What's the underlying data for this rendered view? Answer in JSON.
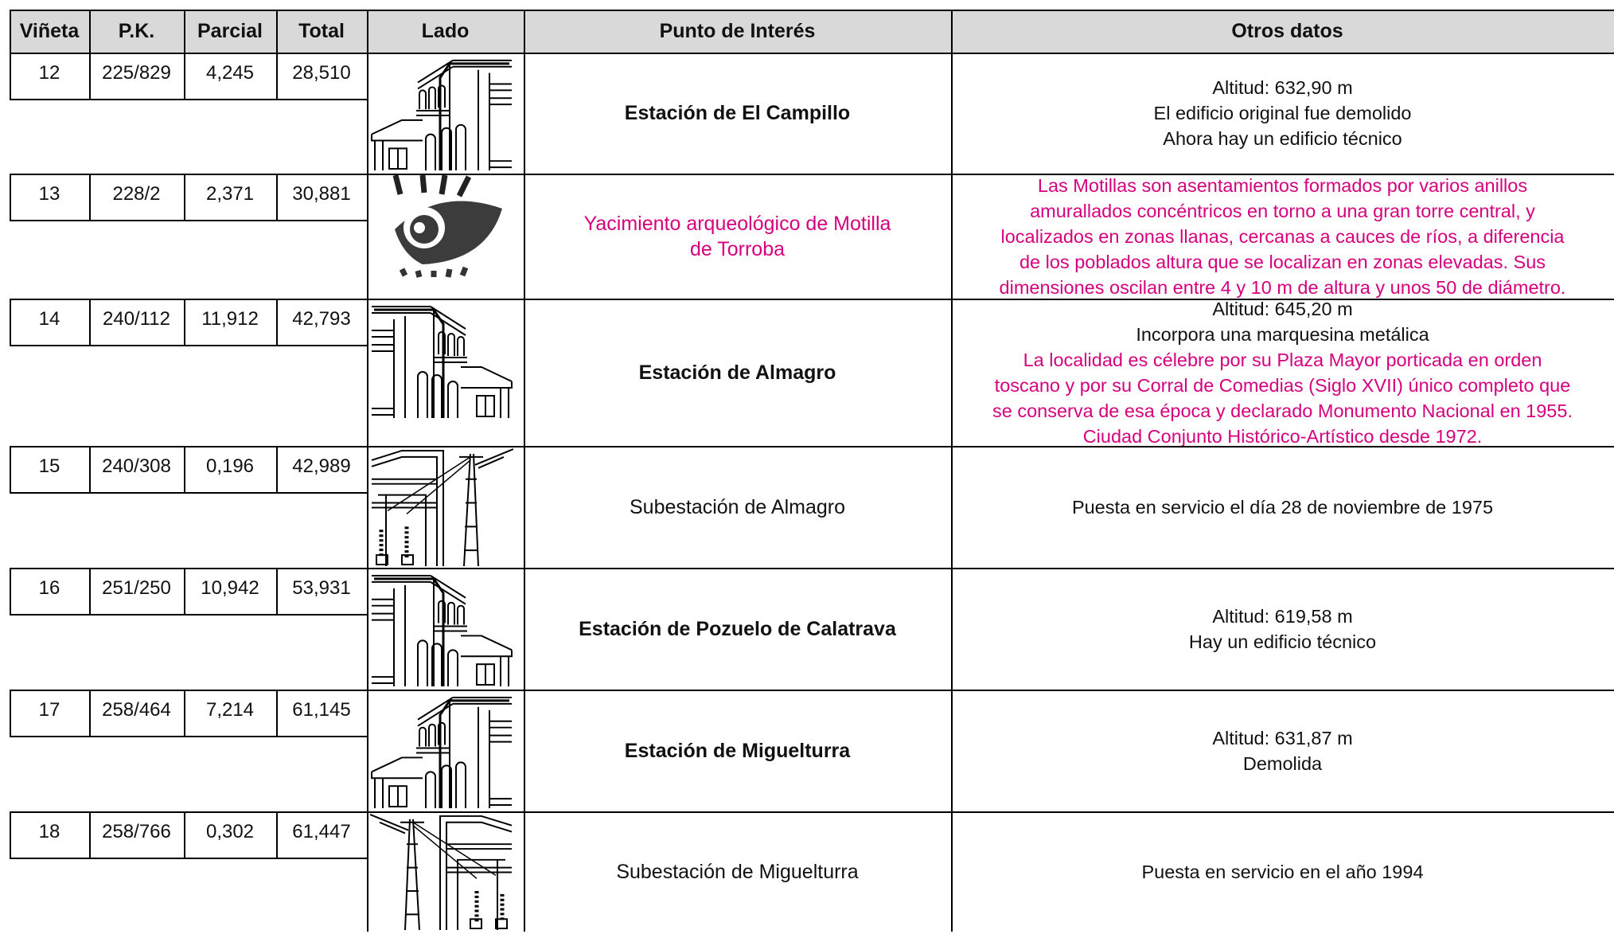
{
  "colors": {
    "header_bg": "#d9d9d9",
    "grid": "#000000",
    "highlight_text": "#d6007e"
  },
  "headers": {
    "vineta": "Viñeta",
    "pk": "P.K.",
    "parcial": "Parcial",
    "total": "Total",
    "lado": "Lado",
    "punto": "Punto de Interés",
    "otros": "Otros datos"
  },
  "rows": [
    {
      "vineta": "12",
      "pk": "225/829",
      "parcial": "4,245",
      "total": "28,510",
      "lado_icon": "station-building-icon",
      "punto": "Estación de El Campillo",
      "punto_bold": true,
      "punto_pink": false,
      "otros": [
        {
          "text": "Altitud: 632,90 m",
          "pink": false
        },
        {
          "text": "El edificio original fue demolido",
          "pink": false
        },
        {
          "text": "Ahora hay un edificio técnico",
          "pink": false
        }
      ]
    },
    {
      "vineta": "13",
      "pk": "228/2",
      "parcial": "2,371",
      "total": "30,881",
      "lado_icon": "eye-icon",
      "punto": "Yacimiento arqueológico de Motilla de Torroba",
      "punto_bold": false,
      "punto_pink": true,
      "otros": [
        {
          "text": "Las Motillas son asentamientos formados por varios anillos",
          "pink": true
        },
        {
          "text": "amurallados concéntricos en torno a una gran torre central, y",
          "pink": true
        },
        {
          "text": "localizados en zonas llanas, cercanas a cauces de ríos, a diferencia",
          "pink": true
        },
        {
          "text": "de los poblados altura que se localizan en zonas elevadas. Sus",
          "pink": true
        },
        {
          "text": "dimensiones oscilan entre 4 y 10 m de altura y unos 50 de diámetro.",
          "pink": true
        }
      ]
    },
    {
      "vineta": "14",
      "pk": "240/112",
      "parcial": "11,912",
      "total": "42,793",
      "lado_icon": "station-building-mirrored-icon",
      "punto": "Estación de Almagro",
      "punto_bold": true,
      "punto_pink": false,
      "otros": [
        {
          "text": "Altitud: 645,20 m",
          "pink": false
        },
        {
          "text": "Incorpora una marquesina metálica",
          "pink": false
        },
        {
          "text": "La localidad es célebre por su Plaza Mayor porticada en orden",
          "pink": true
        },
        {
          "text": "toscano y por su Corral de Comedias (Siglo XVII) único completo que",
          "pink": true
        },
        {
          "text": "se conserva de esa época y declarado Monumento Nacional en 1955.",
          "pink": true
        },
        {
          "text": "Ciudad Conjunto Histórico-Artístico desde 1972.",
          "pink": true
        }
      ]
    },
    {
      "vineta": "15",
      "pk": "240/308",
      "parcial": "0,196",
      "total": "42,989",
      "lado_icon": "substation-icon",
      "punto": "Subestación de Almagro",
      "punto_bold": false,
      "punto_pink": false,
      "otros": [
        {
          "text": "Puesta en servicio el día 28 de noviembre de 1975",
          "pink": false
        }
      ]
    },
    {
      "vineta": "16",
      "pk": "251/250",
      "parcial": "10,942",
      "total": "53,931",
      "lado_icon": "station-building-mirrored-icon",
      "punto": "Estación de Pozuelo de Calatrava",
      "punto_bold": true,
      "punto_pink": false,
      "otros": [
        {
          "text": "Altitud: 619,58 m",
          "pink": false
        },
        {
          "text": "Hay un edificio técnico",
          "pink": false
        }
      ]
    },
    {
      "vineta": "17",
      "pk": "258/464",
      "parcial": "7,214",
      "total": "61,145",
      "lado_icon": "station-building-icon",
      "punto": "Estación de Miguelturra",
      "punto_bold": true,
      "punto_pink": false,
      "otros": [
        {
          "text": "Altitud: 631,87 m",
          "pink": false
        },
        {
          "text": "Demolida",
          "pink": false
        }
      ]
    },
    {
      "vineta": "18",
      "pk": "258/766",
      "parcial": "0,302",
      "total": "61,447",
      "lado_icon": "substation-mirrored-icon",
      "punto": "Subestación de Miguelturra",
      "punto_bold": false,
      "punto_pink": false,
      "otros": [
        {
          "text": "Puesta en servicio en el año 1994",
          "pink": false
        }
      ]
    }
  ]
}
